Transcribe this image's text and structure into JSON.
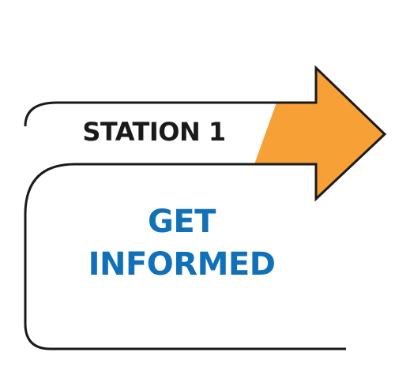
{
  "station": {
    "label": "STATION 1"
  },
  "title": {
    "line1": "GET",
    "line2": "INFORMED"
  },
  "colors": {
    "arrow_fill": "#F7A035",
    "outline": "#1A1A1A",
    "station_text": "#1A1A1A",
    "title_text": "#1070B8",
    "background": "#FFFFFF"
  },
  "icons": {
    "arrow": "right-arrow-icon"
  }
}
